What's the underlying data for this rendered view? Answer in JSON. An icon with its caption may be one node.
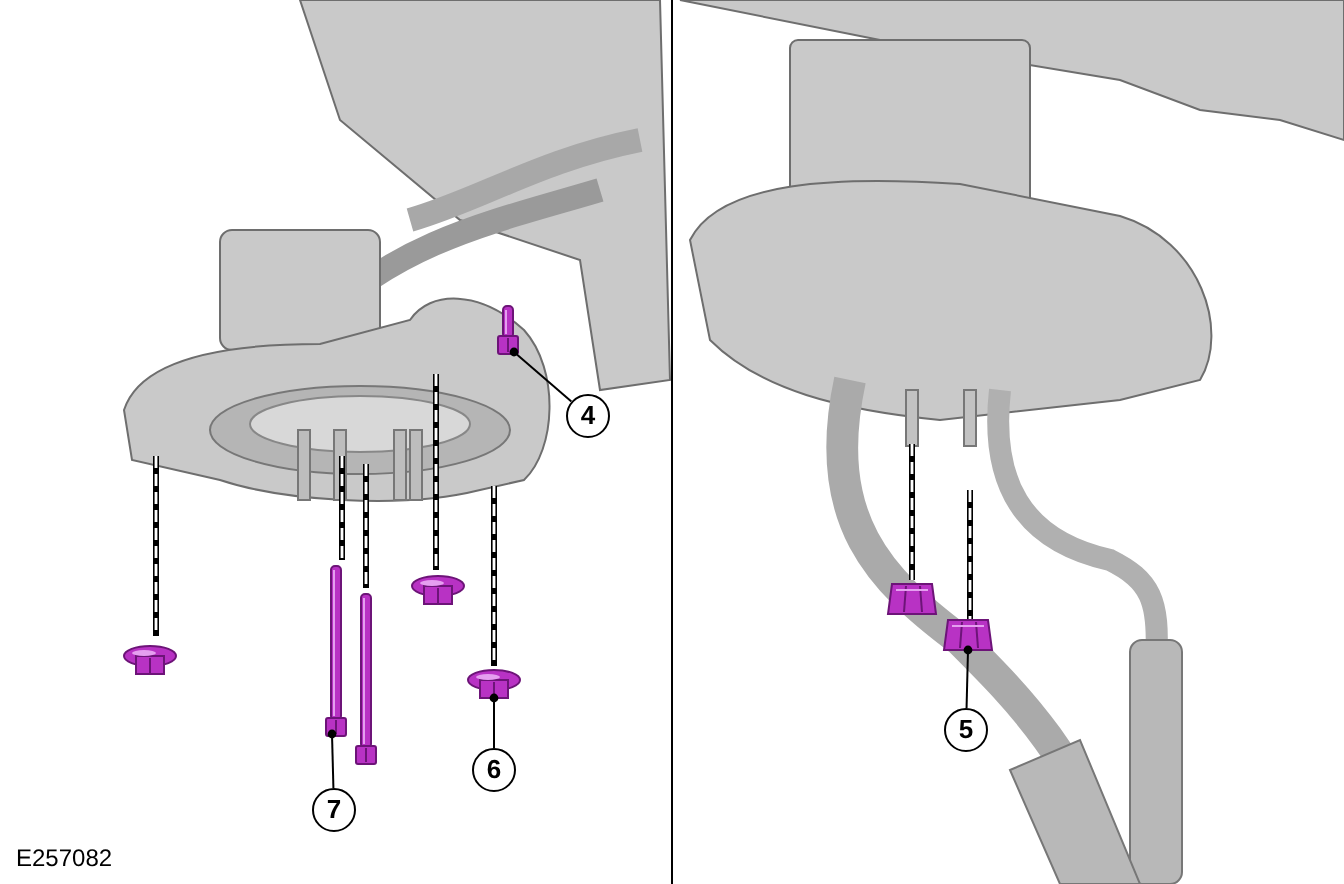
{
  "diagram": {
    "nodes": [
      {
        "text": [
          "4"
        ]
      },
      {
        "text": [],
        "shape": "picture"
      },
      {
        "text": [
          "6"
        ]
      },
      {
        "text": [],
        "shape": "picture"
      },
      {
        "text": [
          "7"
        ]
      },
      {
        "text": [],
        "shape": "picture"
      },
      {
        "text": [
          "5"
        ]
      },
      {
        "text": [],
        "shape": "picture"
      },
      {
        "text": [],
        "shape": "picture"
      },
      {
        "text": [],
        "shape": "picture"
      },
      {
        "text": [],
        "shape": "picture"
      },
      {
        "text": [],
        "shape": "picture"
      }
    ],
    "edges": [
      {
        "from": 0,
        "to": 1,
        "arrow": "other"
      },
      {
        "from": 2,
        "to": 3,
        "arrow": "other"
      },
      {
        "from": 4,
        "to": 5,
        "arrow": "other"
      },
      {
        "from": 6,
        "to": 7,
        "arrow": "other"
      }
    ],
    "labels": [
      "E257082"
    ]
  }
}
